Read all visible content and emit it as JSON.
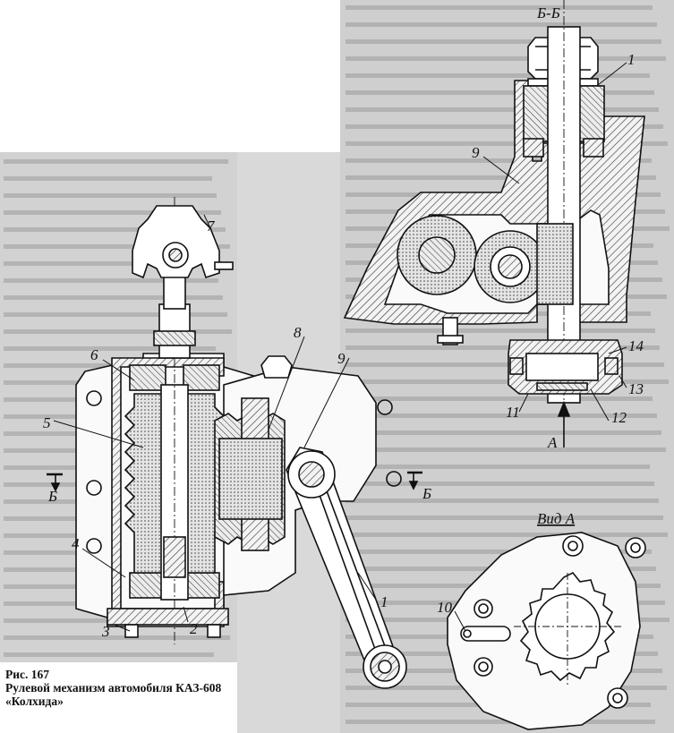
{
  "section_labels": {
    "cut": "Б-Б",
    "view": "Вид А",
    "arrow_a": "А",
    "cut_mark_left": "Б",
    "cut_mark_right": "Б"
  },
  "callouts": [
    "1",
    "2",
    "3",
    "4",
    "5",
    "6",
    "7",
    "8",
    "9",
    "10",
    "11",
    "12",
    "13",
    "14"
  ],
  "caption": {
    "figure": "Рис. 167",
    "title_line1": "Рулевой механизм автомобиля КАЗ-608",
    "title_line2": "«Колхида»"
  }
}
